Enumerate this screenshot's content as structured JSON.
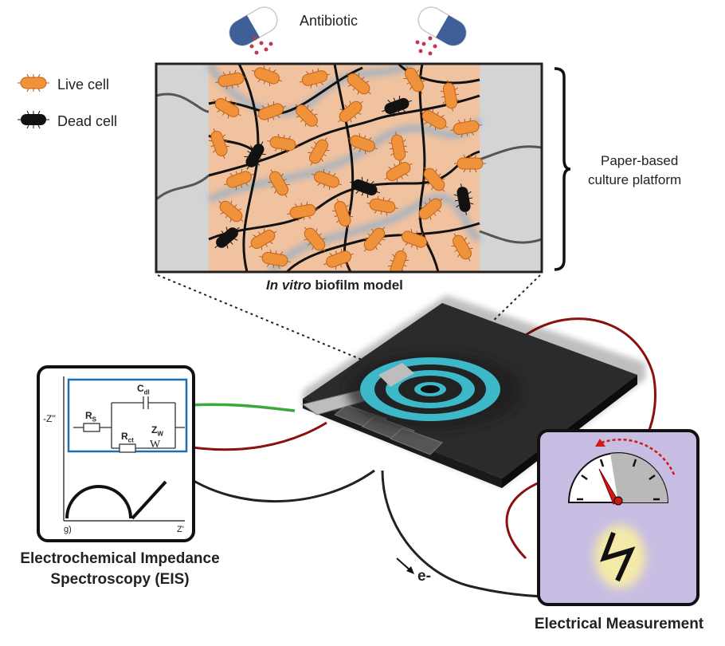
{
  "antibiotic_label": "Antibiotic",
  "legend": {
    "live": "Live cell",
    "dead": "Dead cell"
  },
  "platform_label_line1": "Paper-based",
  "platform_label_line2": "culture platform",
  "biofilm_caption_italic": "In vitro",
  "biofilm_caption_rest": " biofilm model",
  "eis_caption_line1": "Electrochemical Impedance",
  "eis_caption_line2": "Spectroscopy (EIS)",
  "measure_caption": "Electrical Measurement",
  "electron_label": "e-",
  "nyquist": {
    "y_axis": "-Z''",
    "x_axis": "Z'",
    "panel_tag": "g)"
  },
  "circuit": {
    "rs": "R",
    "rs_sub": "S",
    "cdl": "C",
    "cdl_sub": "dl",
    "rct": "R",
    "rct_sub": "ct",
    "zw": "Z",
    "zw_sub": "W",
    "w_symbol": "W"
  },
  "colors": {
    "live_cell": "#f0923a",
    "dead_cell": "#111111",
    "pill_blue": "#3f5f99",
    "electrode": "#3cb8c9",
    "meter_bg": "#c8bde3",
    "eis_frame": "#1f6fb0",
    "wire_red": "#8b1010",
    "wire_green": "#3aa83a"
  }
}
